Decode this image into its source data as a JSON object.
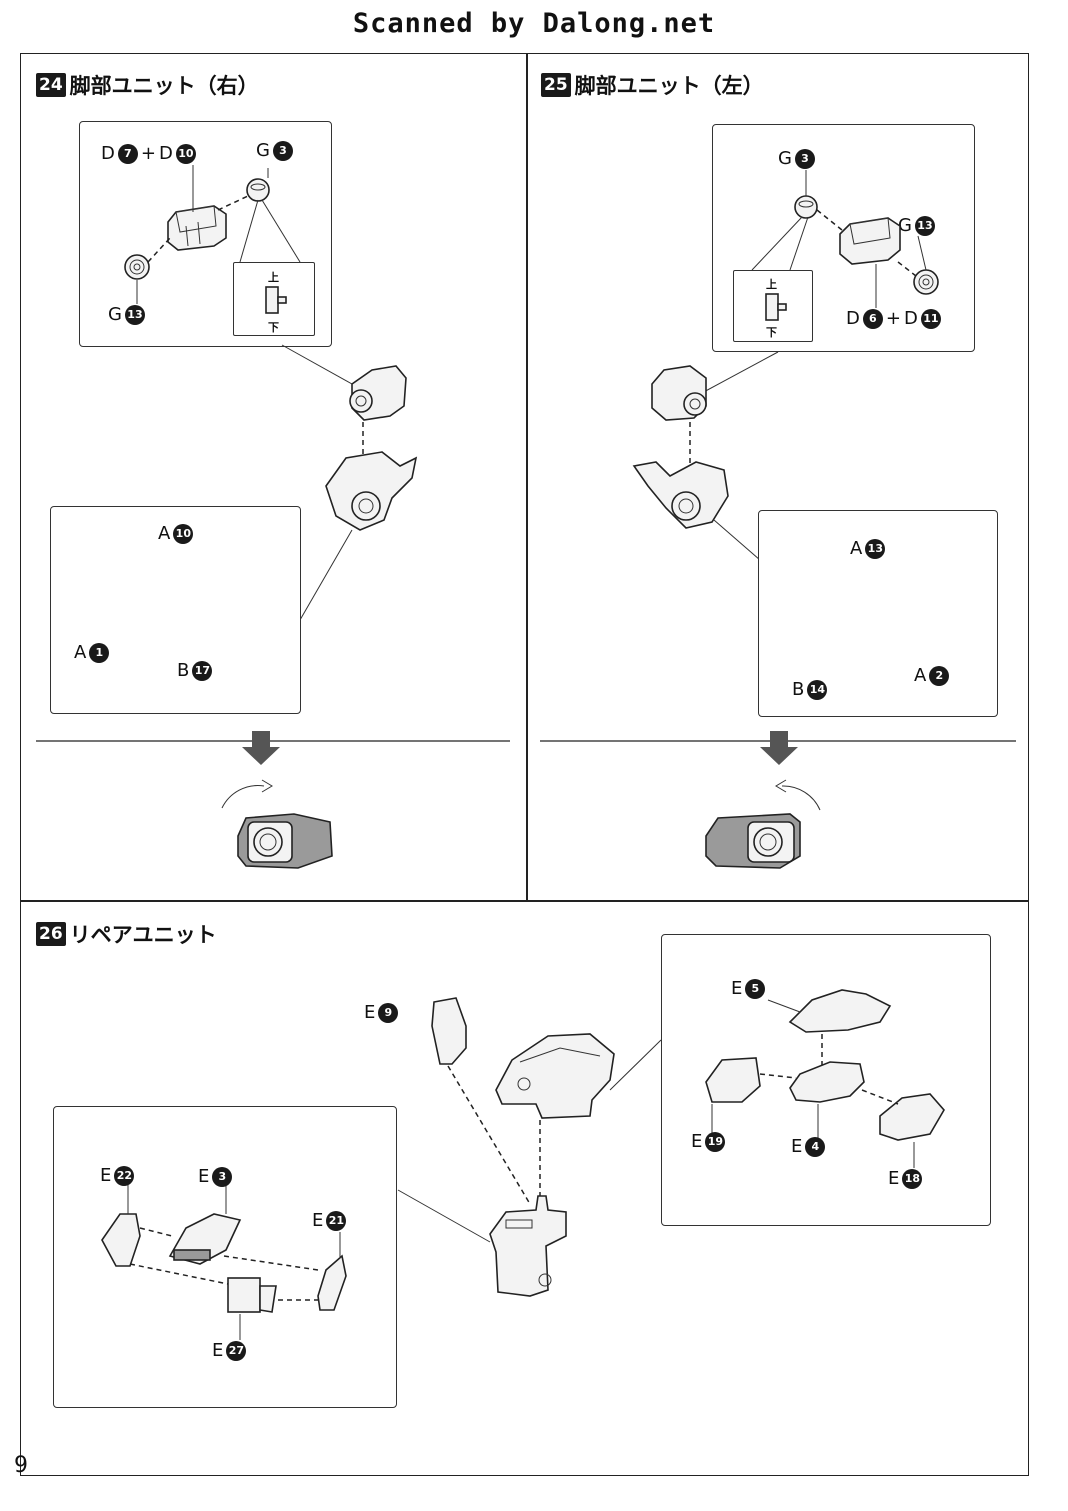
{
  "header": "Scanned by Dalong.net",
  "page_number": "9",
  "step24": {
    "num": "24",
    "title": "脚部ユニット（右）",
    "l1": {
      "a": "D",
      "an": "7",
      "plus": "+",
      "b": "D",
      "bn": "10"
    },
    "l2": {
      "a": "G",
      "an": "3"
    },
    "l3": {
      "a": "G",
      "an": "13"
    },
    "up": "上",
    "down": "下",
    "l4": {
      "a": "A",
      "an": "10"
    },
    "l5": {
      "a": "A",
      "an": "1"
    },
    "l6": {
      "a": "B",
      "an": "17"
    }
  },
  "step25": {
    "num": "25",
    "title": "脚部ユニット（左）",
    "l1": {
      "a": "G",
      "an": "3"
    },
    "l2": {
      "a": "G",
      "an": "13"
    },
    "l3": {
      "a": "D",
      "an": "6",
      "plus": "+",
      "b": "D",
      "bn": "11"
    },
    "up": "上",
    "down": "下",
    "l4": {
      "a": "A",
      "an": "13"
    },
    "l5": {
      "a": "B",
      "an": "14"
    },
    "l6": {
      "a": "A",
      "an": "2"
    }
  },
  "step26": {
    "num": "26",
    "title": "リペアユニット",
    "e9": {
      "a": "E",
      "an": "9"
    },
    "e5": {
      "a": "E",
      "an": "5"
    },
    "e19": {
      "a": "E",
      "an": "19"
    },
    "e4": {
      "a": "E",
      "an": "4"
    },
    "e18": {
      "a": "E",
      "an": "18"
    },
    "e22": {
      "a": "E",
      "an": "22"
    },
    "e3": {
      "a": "E",
      "an": "3"
    },
    "e21": {
      "a": "E",
      "an": "21"
    },
    "e27": {
      "a": "E",
      "an": "27"
    }
  }
}
